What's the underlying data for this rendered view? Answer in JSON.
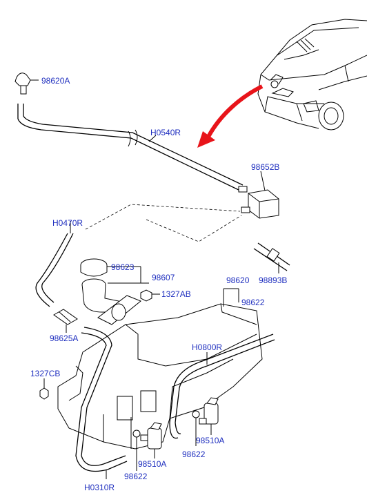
{
  "diagram": {
    "arrow_color": "#e8141a",
    "label_color": "#1f2fbf",
    "labels": {
      "nozzle": "98620A",
      "hose_upper": "H0540R",
      "connector_joint": "98652B",
      "hose_left": "H0470R",
      "cap": "98623",
      "filler_neck": "98607",
      "bolt_filler": "1327AB",
      "check_valve": "98893B",
      "reservoir": "98620",
      "grommet_upper": "98622",
      "connector_small": "98625A",
      "hose_right": "H0800R",
      "bolt_left": "1327CB",
      "pump_right": "98510A",
      "grommet_right": "98622",
      "pump_left": "98510A",
      "grommet_left": "98622",
      "hose_lower": "H0310R"
    }
  }
}
